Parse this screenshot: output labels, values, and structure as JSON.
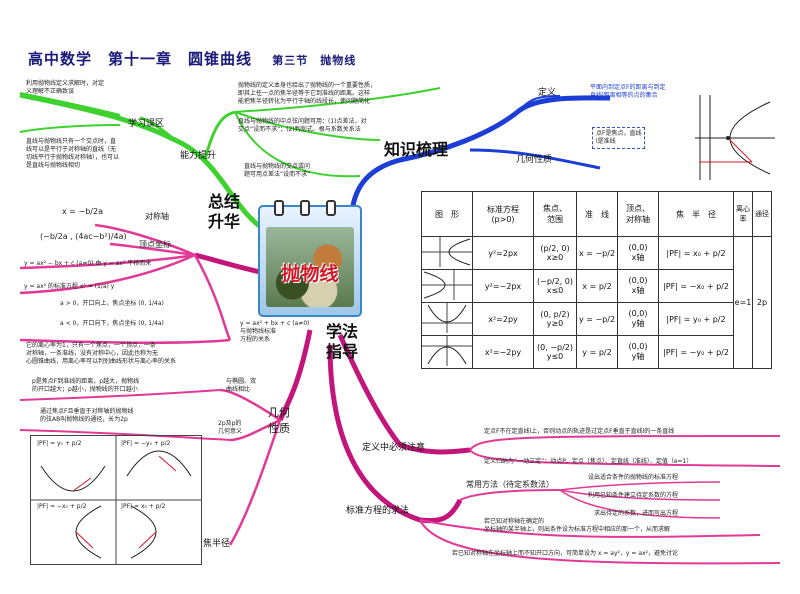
{
  "title": {
    "main": "高中数学　第十一章　圆锥曲线",
    "section": "第三节　抛物线"
  },
  "center": {
    "label": "抛物线"
  },
  "branches": {
    "summary": "总结\n升华",
    "knowledge": "知识梳理",
    "method": "学法\n指导",
    "learn_mistakes": "学习误区",
    "ability": "能力提升",
    "definition": "定义",
    "geometry": "几何性质",
    "geo_props": "几何\n性质",
    "definition_note": "定义中必须注意",
    "standard_eq": "标准方程的求法",
    "focal_radius": "焦半径"
  },
  "notes": {
    "mistake1": "利用抛物线定义求解时，对定\n义理解不正确致误",
    "mistake2": "直线与抛物线只有一个交点时，直\n线可以是平行于对称轴的直线（无\n切线平行于抛物线对称轴），也可以\n是直线与抛物线相切",
    "ability1": "抛物线的定义本身也给出了抛物线的一个重要性质，\n即其上任一点的焦半径等于它到准线的距离。这样\n能把焦半径转化为平行于轴的线段长，使问题简化",
    "ability2": "直线与抛物线的中点弦问题可用：(1)点差法，对\n交点“设而不求”；(2)判别式、根与系数关系法",
    "ability3": "直线与抛物线的交点或问\n题可用点差法“设而不求”",
    "axis": "对称轴",
    "vertex": "顶点坐标",
    "axis_formula": "x = −b/2a",
    "vertex_formula": "(−b/2a , (4ac−b²)/4a)",
    "quad1": "y = ax² − bx + c (a≠0) 由 y = ax² 平移而来",
    "quad2": "y = ax² 的标准方程 x² = (1/a) y",
    "quad3": "a > 0，开口向上，焦点坐标 (0, 1/4a)",
    "quad4": "a < 0，开口向下，焦点坐标 (0, 1/4a)",
    "quad_rel": "y = ax² + bx + c (a≠0)\n与抛物线标准\n方程的关系",
    "conic_note": "它的离心率为1，只有一个焦点，一个顶点，一条\n对称轴，一条准线，没有对称中心，因此也称为无\n心圆锥曲线，用离心率可以判别曲线形状与离心率的关系",
    "p_meaning": "p是焦点F到准线的距离，p越大，抛物线\n的开口越大；p越小，抛物线的开口越小",
    "latus": "通过焦点F且垂直于对称轴的抛物线\n的弦AB叫抛物线的通径，长为2p",
    "ellipse_rel": "与椭圆、双\n曲线相比",
    "p_geo": "2p及p的\n几何意义",
    "def_text": "平面内到定点F的距离与到定\n直线l距离相等的点的集合",
    "def_box": "点F是焦点，直线\nl是准线",
    "defnote1": "定点F不在定直线l上，否则动点的轨迹是过定点F垂直于直线l的一条直线",
    "defnote2": "定义归纳为“一动三定”：动点P、定点（焦点）、定直线（准线）、定值（e=1）",
    "method_common": "常用方法（待定系数法）",
    "method_s1": "设出适合条件的抛物线的标准方程",
    "method_s2": "利用已知条件建立待定系数的方程",
    "method_s3": "求出待定的系数，进而写出方程",
    "method_axis": "若已知对称轴在确定的\n坐标轴的某半轴上，则出条件设为标准方程中相应的那一个，从而求解",
    "method_unknown": "若已知对称轴在坐标轴上而不知开口方向，可简单设为 x = ay²，y = ax²，避免讨论"
  },
  "table": {
    "headers": [
      "图　形",
      "标准方程\n(p>0)",
      "焦点、\n范围",
      "准　线",
      "顶点、\n对称轴",
      "焦　半　径",
      "离心率",
      "通径"
    ],
    "rows": [
      {
        "eq": "y²=2px",
        "focus": "(p/2, 0)",
        "range": "x≥0",
        "directrix": "x = −p/2",
        "vertex": "(0,0)",
        "axis": "x轴",
        "radius": "|PF| = x₀ + p/2"
      },
      {
        "eq": "y²=−2px",
        "focus": "(−p/2, 0)",
        "range": "x≤0",
        "directrix": "x = p/2",
        "vertex": "(0,0)",
        "axis": "x轴",
        "radius": "|PF| = −x₀ + p/2"
      },
      {
        "eq": "x²=2py",
        "focus": "(0, p/2)",
        "range": "y≥0",
        "directrix": "y = −p/2",
        "vertex": "(0,0)",
        "axis": "y轴",
        "radius": "|PF| = y₀ + p/2"
      },
      {
        "eq": "x²=−2py",
        "focus": "(0, −p/2)",
        "range": "y≤0",
        "directrix": "y = p/2",
        "vertex": "(0,0)",
        "axis": "y轴",
        "radius": "|PF| = −y₀ + p/2"
      }
    ],
    "eccentricity": "e=1",
    "latus": "2p"
  },
  "mini_graphs": [
    "|PF| = y₀ + p/2",
    "|PF| = −y₀ + p/2",
    "|PF| = −x₀ + p/2",
    "|PF| = x₀ + p/2"
  ],
  "colors": {
    "green": "#3ed12f",
    "blue": "#1c3ed6",
    "magenta": "#c2167a",
    "pink": "#e03a96",
    "title": "#1a1a7a"
  }
}
